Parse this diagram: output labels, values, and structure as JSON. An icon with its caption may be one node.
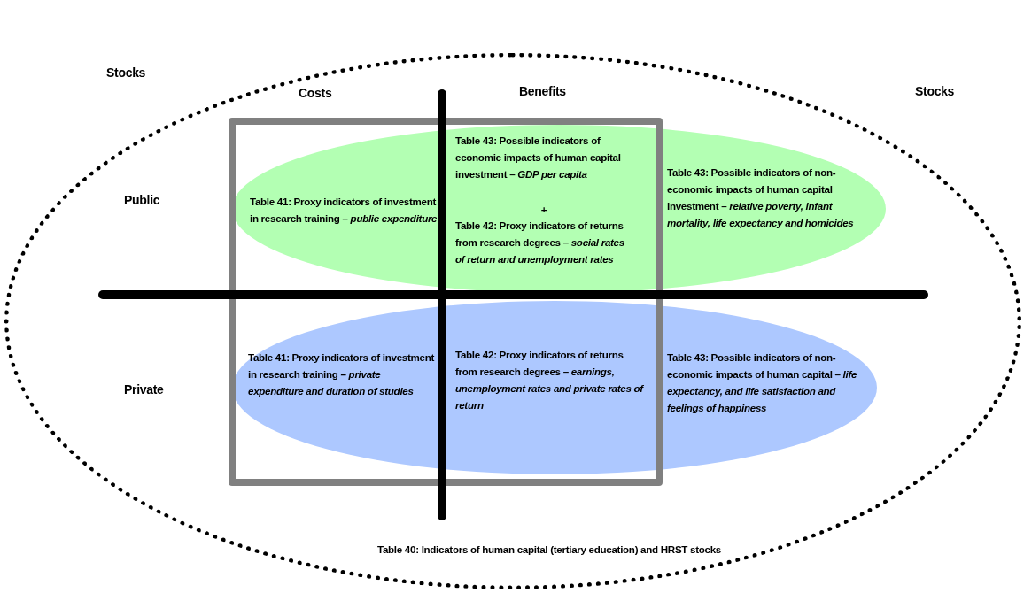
{
  "diagram": {
    "nodes": [
      {
        "text": [
          "Table 40: Indicators of human capital (tertiary education) and HRST stocks"
        ]
      },
      {
        "text": [
          "Table 41: Proxy indicators of investment in research training *– public expenditure*",
          "Table 43: Possible indicators of economic impacts of human capital investment – *GDP per capita*",
          "+",
          "Table 42: Proxy indicators of returns from research degrees *– social rates of return and unemployment rates*",
          "Table 43: Possible indicators of non-economic impacts of human capital investment – *relative poverty, infant mortality, life expectancy and homicides*"
        ],
        "in": 0
      },
      {
        "text": [
          "Table 41: Proxy indicators of investment in research training *– private expenditure and duration of studies*",
          "Table 42: Proxy indicators of returns from research degrees – *earnings, unemployment rates and private rates of return*",
          "Table 43: Possible indicators of non-economic impacts of human capital – *life expectancy, and life satisfaction and feelings of happiness*"
        ],
        "in": 0
      },
      {
        "text": [],
        "shape": "box",
        "in": 0
      }
    ],
    "labels": [
      "Stocks",
      "Costs",
      "Benefits",
      "Stocks",
      "Public",
      "Private"
    ]
  }
}
